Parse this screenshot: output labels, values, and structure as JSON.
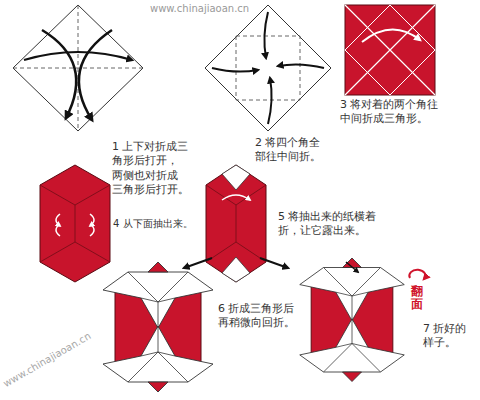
{
  "diagram": {
    "labels": [
      "www.chinajiaoan.cn",
      "www.chinajiaoan.cn",
      "1 上下对折成三 角形后打开， 两侧也对折成 三角形后打开。",
      "2 将四个角全 部往中间折。",
      "3 将对着的两个角往 中间折成三角形。",
      "4 从下面抽出来。",
      "5 将抽出来的纸横着 折，让它露出来。",
      "6 折成三角形后 再稍微向回折。",
      "7 折好的 样子。",
      "翻面"
    ]
  }
}
